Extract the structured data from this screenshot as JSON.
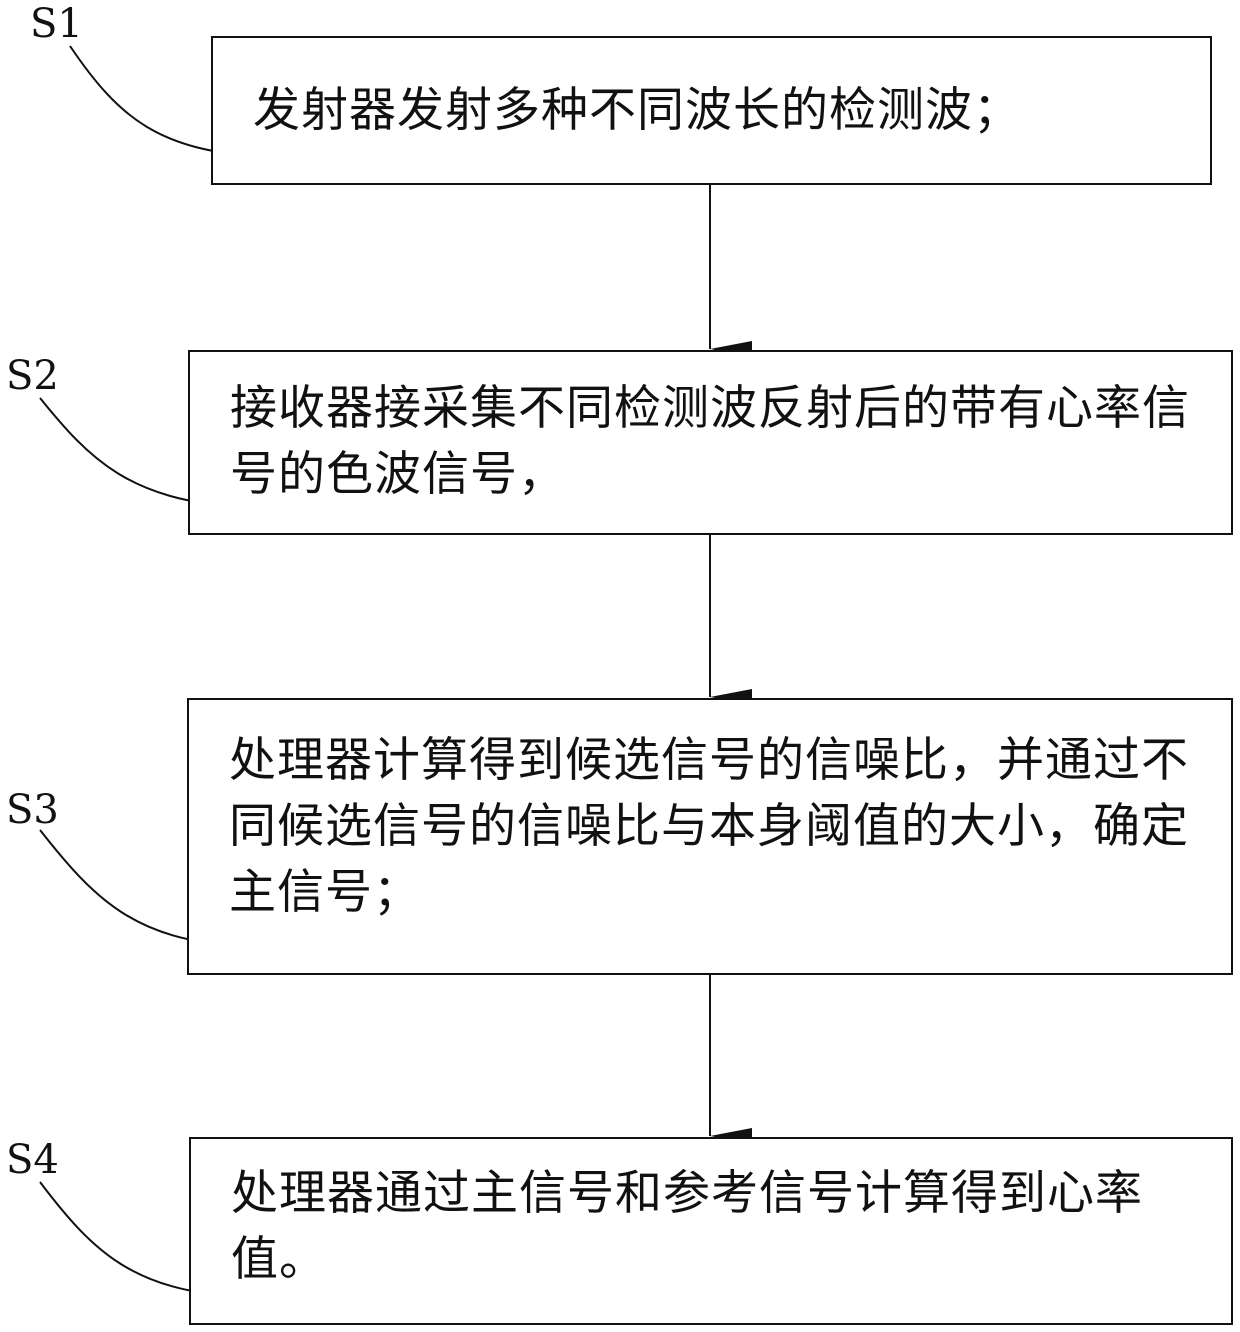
{
  "flowchart": {
    "steps": [
      {
        "label": "S1",
        "text": "发射器发射多种不同波长的检测波；"
      },
      {
        "label": "S2",
        "text": "接收器接采集不同检测波反射后的带有心率信号的色波信号，"
      },
      {
        "label": "S3",
        "text": "处理器计算得到候选信号的信噪比，并通过不同候选信号的信噪比与本身阈值的大小，确定主信号；"
      },
      {
        "label": "S4",
        "text": "处理器通过主信号和参考信号计算得到心率值。"
      }
    ]
  }
}
